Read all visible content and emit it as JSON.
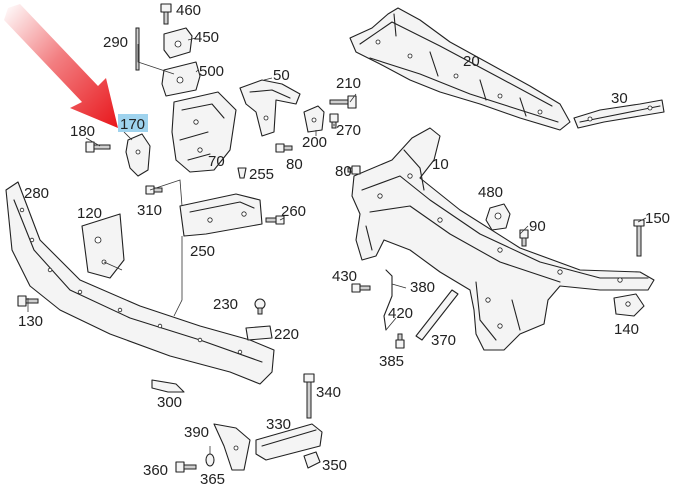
{
  "callouts": [
    {
      "id": "460",
      "label": "460"
    },
    {
      "id": "450",
      "label": "450"
    },
    {
      "id": "290",
      "label": "290"
    },
    {
      "id": "500",
      "label": "500"
    },
    {
      "id": "50",
      "label": "50"
    },
    {
      "id": "20",
      "label": "20"
    },
    {
      "id": "30",
      "label": "30"
    },
    {
      "id": "210",
      "label": "210"
    },
    {
      "id": "270",
      "label": "270"
    },
    {
      "id": "200",
      "label": "200"
    },
    {
      "id": "170",
      "label": "170"
    },
    {
      "id": "180",
      "label": "180"
    },
    {
      "id": "70",
      "label": "70"
    },
    {
      "id": "80a",
      "label": "80"
    },
    {
      "id": "80b",
      "label": "80"
    },
    {
      "id": "10",
      "label": "10"
    },
    {
      "id": "280",
      "label": "280"
    },
    {
      "id": "255",
      "label": "255"
    },
    {
      "id": "310",
      "label": "310"
    },
    {
      "id": "120",
      "label": "120"
    },
    {
      "id": "260",
      "label": "260"
    },
    {
      "id": "480",
      "label": "480"
    },
    {
      "id": "90",
      "label": "90"
    },
    {
      "id": "150",
      "label": "150"
    },
    {
      "id": "250",
      "label": "250"
    },
    {
      "id": "430",
      "label": "430"
    },
    {
      "id": "380",
      "label": "380"
    },
    {
      "id": "130",
      "label": "130"
    },
    {
      "id": "230",
      "label": "230"
    },
    {
      "id": "420",
      "label": "420"
    },
    {
      "id": "140",
      "label": "140"
    },
    {
      "id": "220",
      "label": "220"
    },
    {
      "id": "370",
      "label": "370"
    },
    {
      "id": "385",
      "label": "385"
    },
    {
      "id": "340",
      "label": "340"
    },
    {
      "id": "300",
      "label": "300"
    },
    {
      "id": "390",
      "label": "390"
    },
    {
      "id": "330",
      "label": "330"
    },
    {
      "id": "360",
      "label": "360"
    },
    {
      "id": "350",
      "label": "350"
    },
    {
      "id": "365",
      "label": "365"
    }
  ],
  "highlighted_part": "170",
  "colors": {
    "arrow": "#e8161b",
    "highlight": "#9fd3ee",
    "line": "#222222"
  }
}
